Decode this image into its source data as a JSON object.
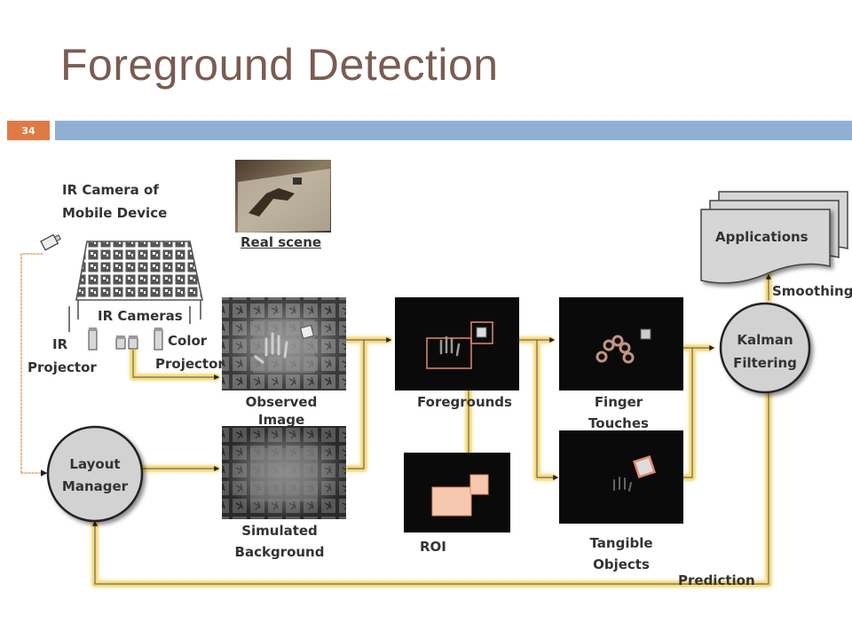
{
  "slide": {
    "title": "Foreground Detection",
    "number": "34"
  },
  "labels": {
    "ir_camera_line1": "IR Camera of",
    "ir_camera_line2": "Mobile Device",
    "real_scene": "Real scene",
    "ir_cameras": "IR Cameras",
    "ir_projector_line1": "IR",
    "ir_projector_line2": "Projector",
    "color_projector_line1": "Color",
    "color_projector_line2": "Projector",
    "observed_image_line1": "Observed",
    "observed_image_line2": "Image",
    "simulated_background_line1": "Simulated",
    "simulated_background_line2": "Background",
    "foregrounds": "Foregrounds",
    "roi": "ROI",
    "finger_touches_line1": "Finger",
    "finger_touches_line2": "Touches",
    "tangible_objects_line1": "Tangible",
    "tangible_objects_line2": "Objects",
    "applications": "Applications",
    "smoothing": "Smoothing",
    "kalman_line1": "Kalman",
    "kalman_line2": "Filtering",
    "layout_line1": "Layout",
    "layout_line2": "Manager",
    "prediction": "Prediction"
  },
  "colors": {
    "title": "#7a5c52",
    "accent_bar": "#8fb0d3",
    "slide_number_bg": "#e07a45",
    "flow_glow": "#f7d76a",
    "node_fill": "#d0d0d0",
    "roi_fill": "#f6c8b0",
    "detection_box": "#e38a68"
  }
}
